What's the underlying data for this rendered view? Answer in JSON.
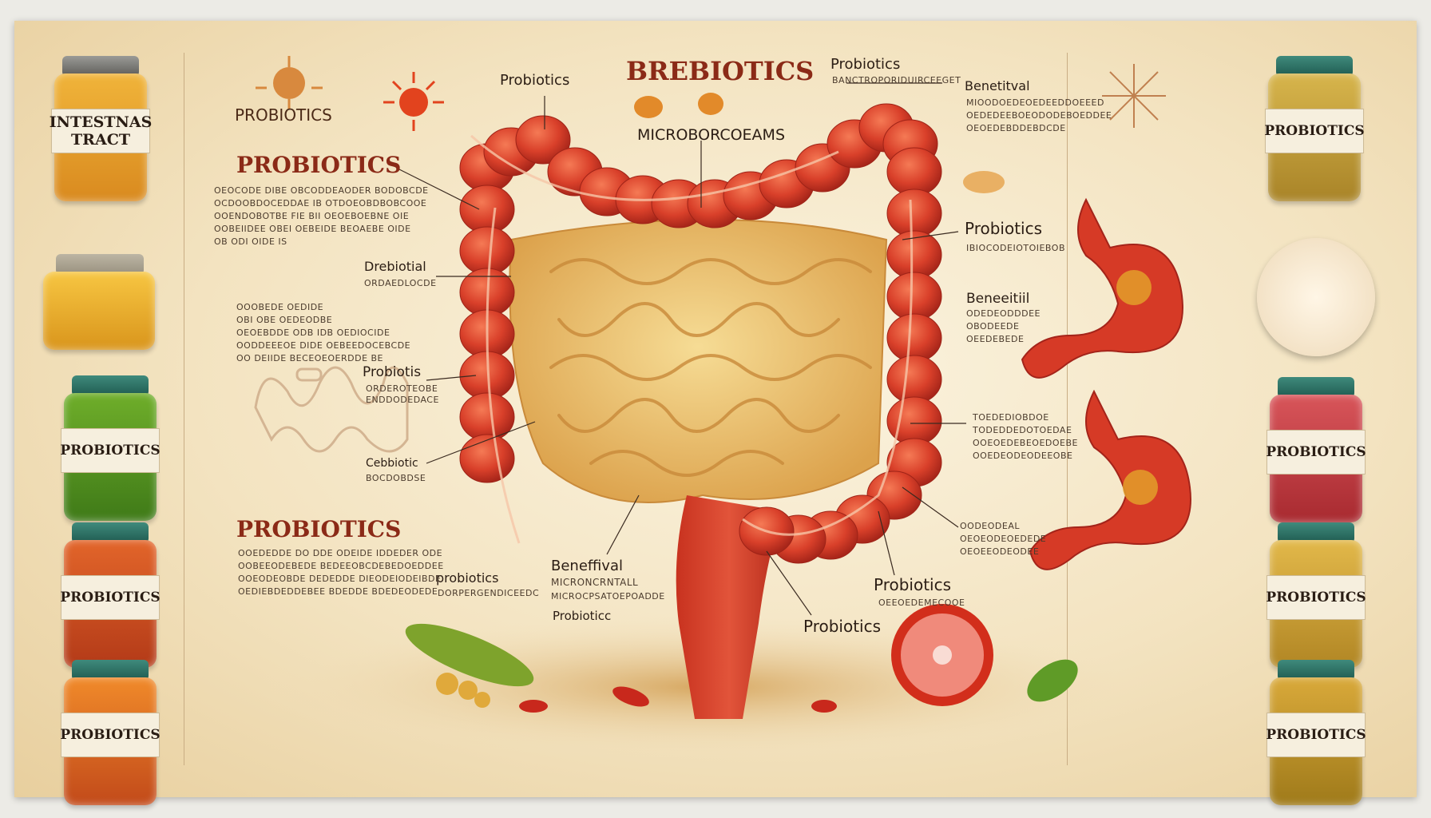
{
  "title": "BREBIOTICS",
  "headings": {
    "left_top_small": "PROBIOTICS",
    "left_main_1": "PROBIOTICS",
    "left_main_2": "PROBIOTICS"
  },
  "labels": {
    "top_left_probiotics": "Probiotics",
    "microbes": "MICROBORCOEAMS",
    "top_right_probiotics": "Probiotics",
    "top_right_sub": "BANCTROPORIDUIRCEEGET",
    "beneficial_1": "Benetitval",
    "prebiotial": "Drebiotial",
    "prebiotial_sub": "ORDAEDLOCDE",
    "probiotis": "Probiotis",
    "probiotis_sub": "ORDEROTEOBE",
    "probiotis_sub2": "ENDDODEDACE",
    "cebbiotic": "Cebbiotic",
    "cebbiotic_sub": "BOCDOBDSE",
    "right_probiotics": "Probiotics",
    "right_probiotics_sub": "IBIOCODEIOTOIEBOB",
    "beneficial_2": "Beneeitiil",
    "bottom_probiotics_1": "probiotics",
    "bottom_probiotics_1_sub": "DORPERGENDICEEDC",
    "beneficial_3": "Beneffival",
    "microbial": "MICRONCRNTALL",
    "microbial_sub": "MICROCPSATOEPOADDE",
    "probiotic_small": "Probioticc",
    "probiotics_bottom_center": "Probiotics",
    "probiotics_bottom_right": "Probiotics",
    "probiotics_bottom_right_sub": "OEEOEDEMECOOE"
  },
  "small_text": {
    "block_left_1": [
      "OEOCODE DIBE OBCODDEAODER BODOBCDE",
      "OCDOOBDOCEDDAE IB OTDOEOBDBOBCOOE",
      "OOENDOBOTBE FIE BII OEOEBOEBNE OIE",
      "OOBEIIDEE OBEI OEBEIDE BEOAEBE OIDE",
      "OB ODI OIDE IS"
    ],
    "block_left_2": [
      "OOOBEDE OEDIDE",
      "OBI OBE OEDEODBE",
      "OEOEBDDE ODB IDB OEDIOCIDE",
      "OODDEEEOE DIDE OEBEEDOCEBCDE",
      "OO DEIIDE BECEOEOERDDE BE"
    ],
    "block_left_3": [
      "OOEDEDDE DO DDE ODEIDE IDDEDER ODE",
      "OOBEEODEBEDE BEDEEOBCDEBEDOEDDEE",
      "OOEODEOBDE DEDEDDE DIEODEIODEIBDE",
      "OEDIEBDEDDEBEE BDEDDE BDEDEODEDE"
    ],
    "block_right_1": [
      "MIOODOEDEOEDEEDDOEEED",
      "OEDEDEEBOEODODEBOEDDEE",
      "OEOEDEBDDEBDCDE"
    ],
    "block_right_2": [
      "ODEDEODDDEE",
      "OBODEEDE",
      "OEEDEBEDE"
    ],
    "block_right_3": [
      "TOEDEDIOBDOE",
      "TODEDDEDOTOEDAE",
      "OOEOEDEBEOEDOEBE",
      "OOEDEODEODEEOBE"
    ],
    "block_right_4": [
      "OODEODEAL",
      "OEOEODEOEDEDE",
      "OEOEEODEODEE"
    ]
  },
  "jars": {
    "left": [
      "INTESTNAS TRACT",
      "",
      "PROBIOTICS",
      "PROBIOTICS",
      "PROBIOTICS"
    ],
    "right": [
      "",
      "PROBIOTICS",
      "PROBIOTICS",
      "PROBIOTICS"
    ]
  },
  "colors": {
    "colon": "#d9402a",
    "small_intestine": "#efc96e",
    "heading": "#8b2a17",
    "background": "#f3e3c0"
  }
}
